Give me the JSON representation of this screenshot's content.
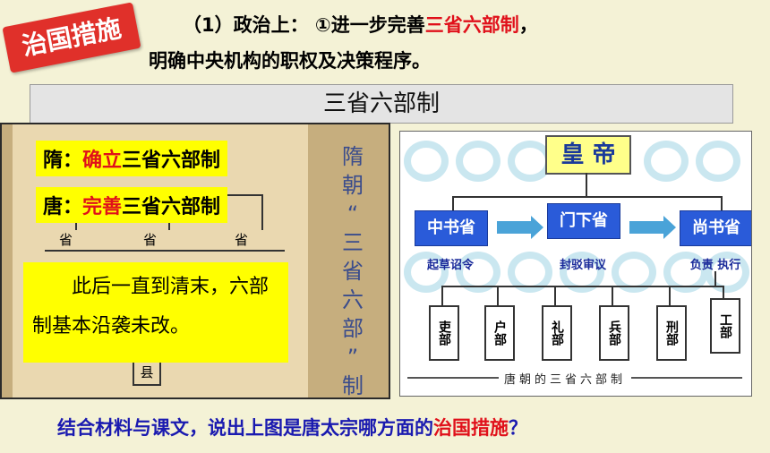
{
  "badge": "治国措施",
  "heading": {
    "line1_prefix": "（1）政治上：  ①进一步完善",
    "line1_highlight": "三省六部制",
    "line1_suffix": "，",
    "line2": "明确中央机构的职权及决策程序。"
  },
  "banner": "三省六部制",
  "left_image": {
    "sui_prefix": "隋：",
    "sui_highlight": "确立",
    "sui_suffix": "三省六部制",
    "tang_prefix": "唐：",
    "tang_highlight": "完善",
    "tang_suffix": "三省六部制",
    "sheng_labels": [
      "省",
      "省",
      "省"
    ],
    "xian_label": "县",
    "note": "此后一直到清末，六部制基本沿袭未改。",
    "vertical_text": [
      "隋",
      "朝",
      "“",
      "三",
      "省",
      "六",
      "部",
      "”",
      "制"
    ]
  },
  "diagram": {
    "emperor": "皇 帝",
    "departments": [
      {
        "name": "中书省",
        "duty": "起草诏令"
      },
      {
        "name": "门下省",
        "duty": "封驳审议"
      },
      {
        "name": "尚书省",
        "duty": "负责 执行"
      }
    ],
    "ministries": [
      "吏部",
      "户部",
      "礼部",
      "兵部",
      "刑部",
      "工部"
    ],
    "caption": "唐朝的三省六部制"
  },
  "question": {
    "prefix": "结合材料与课文，说出上图是唐太宗哪方面的",
    "highlight": "治国措施",
    "suffix": "？"
  },
  "colors": {
    "red": "#e0101a",
    "yellow": "#ffff00",
    "blue": "#1a1ab0",
    "department_blue": "#2a5bd9"
  }
}
